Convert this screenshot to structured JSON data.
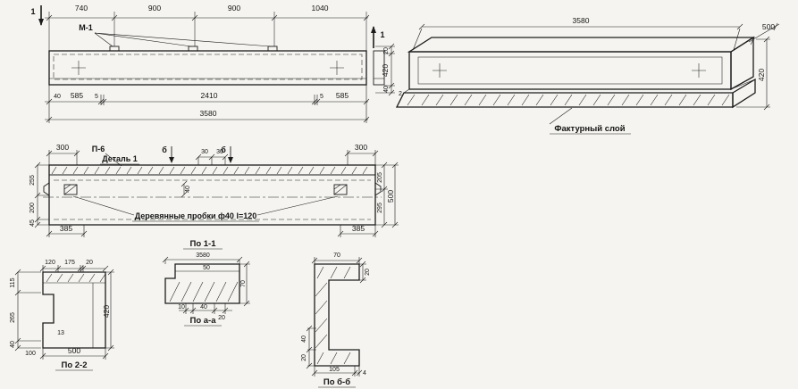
{
  "colors": {
    "ink": "#1c1c1c",
    "paper": "#f5f4f0"
  },
  "plan": {
    "marker_left": "1",
    "marker_right": "1",
    "dims_top": [
      "740",
      "900",
      "900",
      "1040"
    ],
    "mark_label": "М-1",
    "dims_right": [
      "20",
      "420",
      "40",
      "2"
    ],
    "dims_bottom": [
      "40",
      "585",
      "5",
      "2410",
      "5",
      "585"
    ],
    "dim_total": "3580"
  },
  "perspective": {
    "dim_length": "3580",
    "dim_width": "500",
    "dim_height": "420",
    "texture_label": "Фактурный слой"
  },
  "elevation": {
    "dim_left_top": "300",
    "dim_right_top": "300",
    "label_p6": "П-6",
    "label_detail": "Деталь 1",
    "marker_b": "б",
    "dims_top_small": [
      "30",
      "30"
    ],
    "dim_plug": "40",
    "note_plugs": "Деревянные пробки ф40 l=120",
    "dim_bottom_left": "385",
    "dim_bottom_right": "385",
    "dims_left": [
      "255",
      "200",
      "45"
    ],
    "dims_right": [
      "205",
      "295"
    ],
    "dim_right_total": "500"
  },
  "section22": {
    "title": "По 2-2",
    "dims_top": [
      "120",
      "175",
      "20"
    ],
    "dims_left": [
      "115",
      "265",
      "40"
    ],
    "dim_left_small": "100",
    "dim_inner": "13",
    "dim_right": "420",
    "dim_bottom": "500"
  },
  "section11": {
    "title": "По 1-1",
    "dim_top": "3580",
    "dim_layer": "50",
    "dim_right": "70",
    "dims_bottom": [
      "10",
      "40",
      "20"
    ],
    "subtitle": "По а-а"
  },
  "sectionbb": {
    "title": "По б-б",
    "dim_top": "70",
    "dim_right_small": "20",
    "dim_left_a": "40",
    "dim_left_b": "20",
    "dims_bottom": [
      "105",
      "4"
    ]
  }
}
